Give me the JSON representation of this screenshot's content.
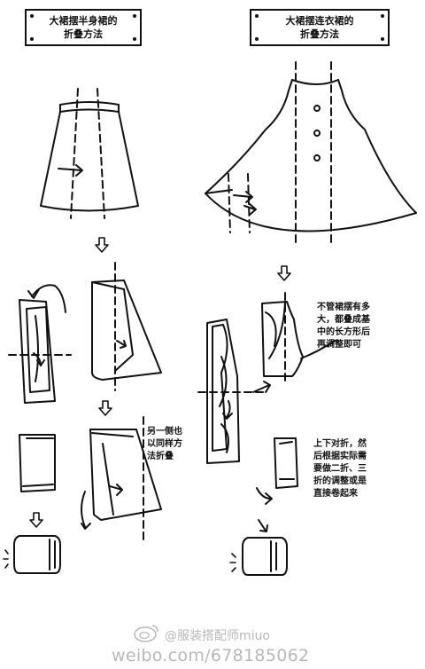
{
  "titles": {
    "left": {
      "line1": "大裙摆半身裙的",
      "line2": "折叠方法"
    },
    "right": {
      "line1": "大裙摆连衣裙的",
      "line2": "折叠方法"
    }
  },
  "notes": {
    "other_side": [
      "另一侧也",
      "以同样方",
      "法折叠"
    ],
    "adjust": [
      "不管裙摆有多",
      "大，都叠成基",
      "中的长方形后",
      "再调整即可"
    ],
    "fold": [
      "上下对折，然",
      "后根据实际需",
      "要做二折、三",
      "折的调整或是",
      "直接卷起来"
    ]
  },
  "watermark": {
    "handle": "@服装搭配师miuo",
    "url": "weibo.com/678185062"
  },
  "colors": {
    "ink": "#111111",
    "watermark": "#b8b8b8"
  }
}
